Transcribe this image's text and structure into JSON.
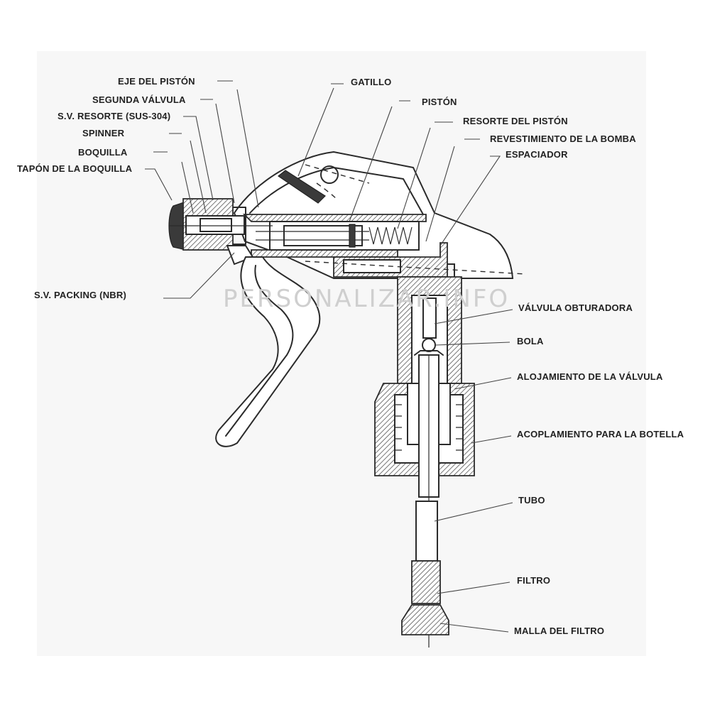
{
  "watermark": "PERSONALIZAR.INFO",
  "labels": {
    "eje_piston": "EJE DEL PISTÓN",
    "segunda_valvula": "SEGUNDA VÁLVULA",
    "sv_resorte": "S.V. RESORTE (SUS-304)",
    "spinner": "SPINNER",
    "boquilla": "BOQUILLA",
    "tapon_boquilla": "TAPÓN DE LA BOQUILLA",
    "sv_packing": "S.V. PACKING (NBR)",
    "gatillo": "GATILLO",
    "piston": "PISTÓN",
    "resorte_piston": "RESORTE DEL PISTÓN",
    "revestimiento_bomba": "REVESTIMIENTO DE LA BOMBA",
    "espaciador": "ESPACIADOR",
    "valvula_obturadora": "VÁLVULA OBTURADORA",
    "bola": "BOLA",
    "alojamiento_valvula": "ALOJAMIENTO DE LA VÁLVULA",
    "acoplamiento_botella": "ACOPLAMIENTO PARA LA BOTELLA",
    "tubo": "TUBO",
    "filtro": "FILTRO",
    "malla_filtro": "MALLA DEL FILTRO"
  }
}
